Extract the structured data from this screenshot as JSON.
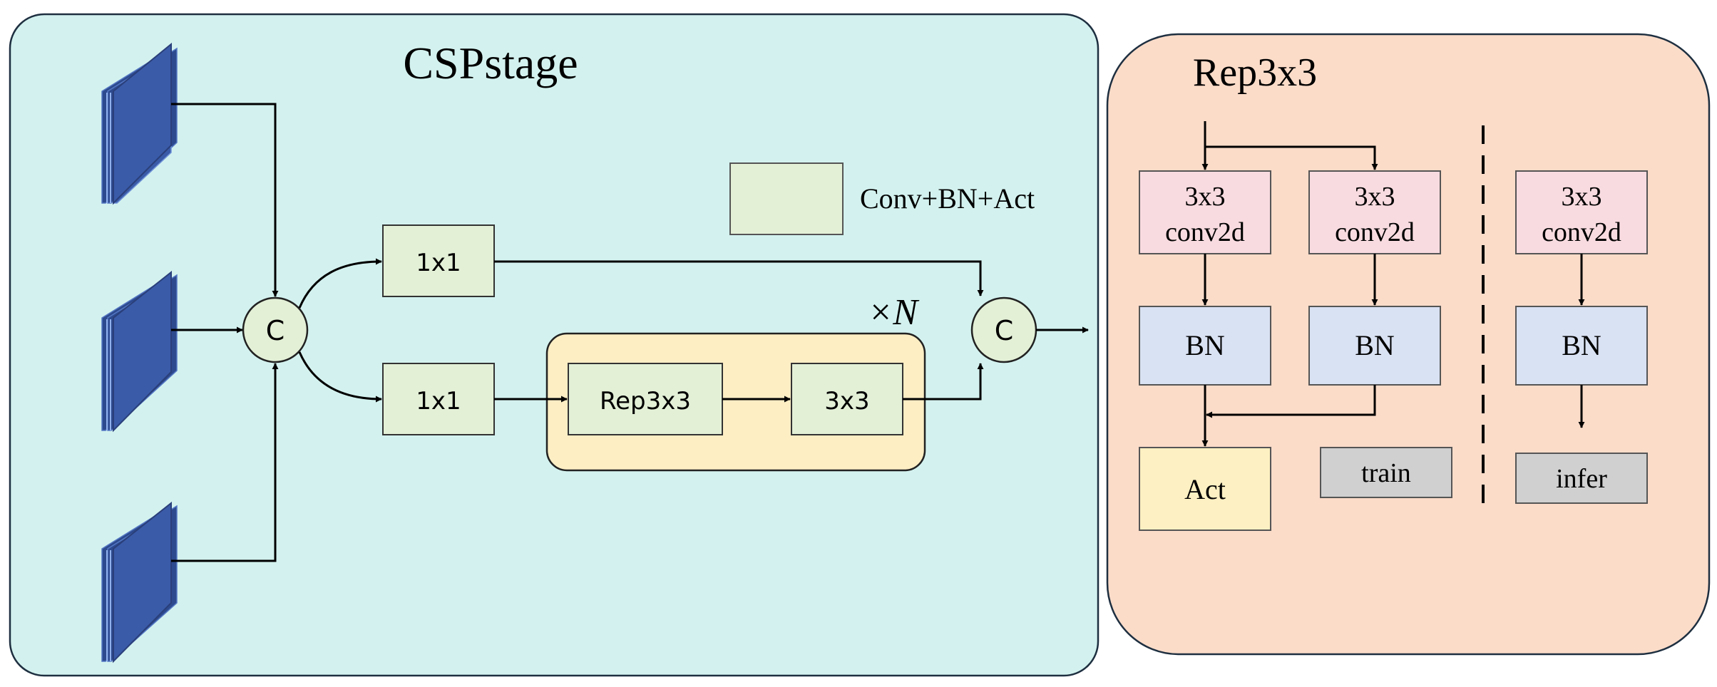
{
  "csp": {
    "title": "CSPstage",
    "legend_label": "Conv+BN+Act",
    "concat_left": "C",
    "concat_right": "C",
    "upper_branch": "1x1",
    "lower_branch": "1x1",
    "rep_block": "Rep3x3",
    "conv_block": "3x3",
    "repeat": "×N"
  },
  "rep": {
    "title": "Rep3x3",
    "train_conv_a": [
      "3x3",
      "conv2d"
    ],
    "train_conv_b": [
      "3x3",
      "conv2d"
    ],
    "infer_conv": [
      "3x3",
      "conv2d"
    ],
    "bn_a": "BN",
    "bn_b": "BN",
    "bn_infer": "BN",
    "act": "Act",
    "train_label": "train",
    "infer_label": "infer"
  },
  "colors": {
    "csp_panel": "#d3f2ef",
    "rep_panel": "#fbdcc9",
    "conv_block": "#e3f0d6",
    "repeat_block": "#fdeec4",
    "concat_node": "#e3f0d6",
    "feature_map": "#3a5ba8",
    "conv2d": "#f8dbe0",
    "bn": "#d9e2f3",
    "act": "#fdf0c2",
    "tag": "#d0d0d0"
  }
}
